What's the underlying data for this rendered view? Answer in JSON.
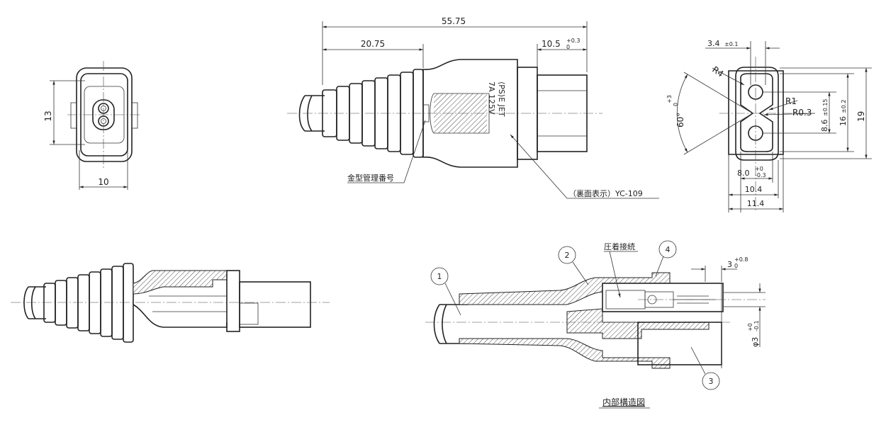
{
  "dimensions": {
    "overall_length": "55.75",
    "boot_length": "20.75",
    "front_length": "10.5",
    "front_tol_upper": "+0.3",
    "front_tol_lower": "0",
    "end_height": "13",
    "end_width": "10",
    "pitch": "3.4",
    "pitch_tol": "±0.1",
    "radius_corner": "R4",
    "radius_1": "R1",
    "radius_2": "R0.3",
    "angle": "60°",
    "angle_tol_upper": "+3",
    "angle_tol_lower": "0",
    "slot_height": "8.6",
    "slot_height_tol": "±0.15",
    "inner_height": "16",
    "inner_height_tol": "±0.2",
    "outer_height": "19",
    "width_a": "8.0",
    "width_a_tol_upper": "+0",
    "width_a_tol_lower": "-0.3",
    "width_b": "10.4",
    "width_c": "11.4",
    "pin_depth": "3",
    "pin_depth_tol_upper": "+0.8",
    "pin_depth_tol_lower": "0",
    "pin_dia": "φ3",
    "pin_dia_tol_upper": "+0",
    "pin_dia_tol_lower": "-0.1"
  },
  "labels": {
    "mold_number": "金型管理番号",
    "back_marking": "（裏面表示）YC-109",
    "crimp": "圧着接続",
    "internal_structure": "内部構造図"
  },
  "marking": {
    "line1": "⟨PS⟩E JET",
    "line2": "7A 125V"
  },
  "callouts": [
    "1",
    "2",
    "3",
    "4"
  ]
}
